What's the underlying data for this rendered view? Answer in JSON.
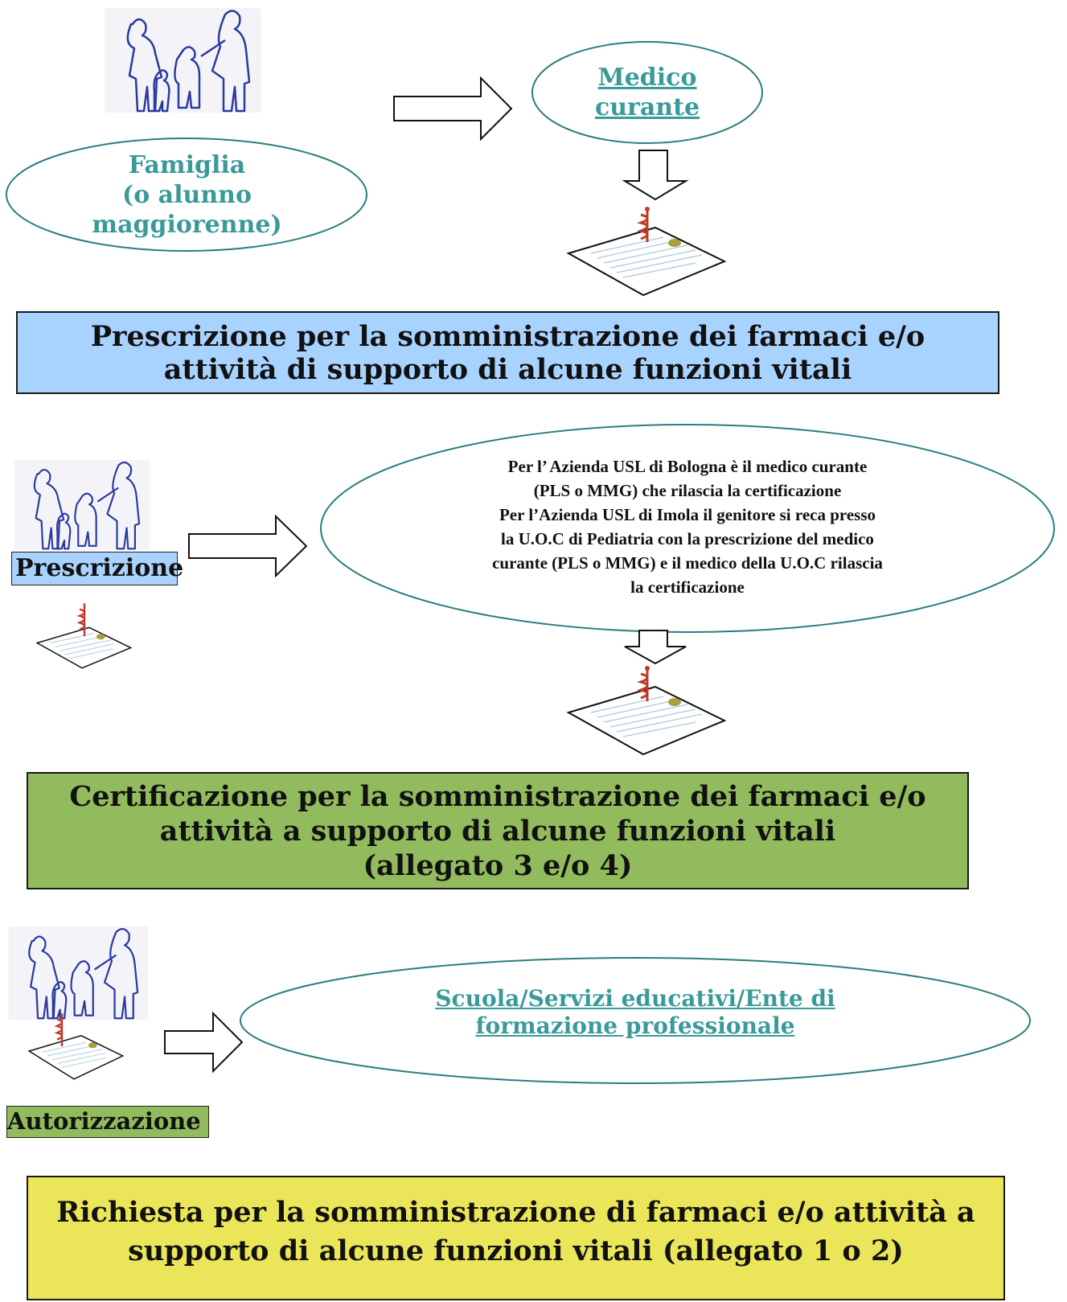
{
  "nodes": {
    "famiglia": [
      "Famiglia",
      "(o alunno",
      "maggiorenne)"
    ],
    "medico": [
      "Medico",
      "curante"
    ],
    "azienda_note": [
      "Per l’ Azienda USL di Bologna è il medico curante",
      "(PLS o MMG) che rilascia la certificazione",
      "Per l’Azienda USL di Imola il genitore si reca  presso",
      "la U.O.C di Pediatria con la prescrizione del medico",
      "curante (PLS o MMG) e il medico della U.O.C rilascia",
      "la certificazione"
    ],
    "scuola": [
      "Scuola/Servizi educativi/Ente di",
      "formazione professionale"
    ]
  },
  "boxes": {
    "prescrizione": [
      "Prescrizione per la somministrazione dei farmaci e/o",
      "attività di supporto di alcune funzioni vitali"
    ],
    "certificazione": [
      "Certificazione per la somministrazione dei farmaci e/o",
      "attività a supporto di alcune funzioni vitali",
      "(allegato 3 e/o 4)"
    ],
    "richiesta": [
      "Richiesta per la somministrazione di farmaci e/o attività a",
      "supporto di alcune funzioni vitali (allegato 1 o 2)"
    ]
  },
  "labels": {
    "prescrizione_small": "Prescrizione",
    "autorizzazione_small": "Autorizzazione"
  },
  "colors": {
    "teal": "#3a9a9a",
    "blue_box": "#a9d3ff",
    "green_box": "#92bb5e",
    "yellow_box": "#ebe55a",
    "figure_stroke": "#2a3aa0",
    "caduceus": "#c0392b"
  },
  "icons": [
    "family-icon",
    "document-caduceus-icon",
    "arrow-right-icon",
    "arrow-down-icon"
  ]
}
